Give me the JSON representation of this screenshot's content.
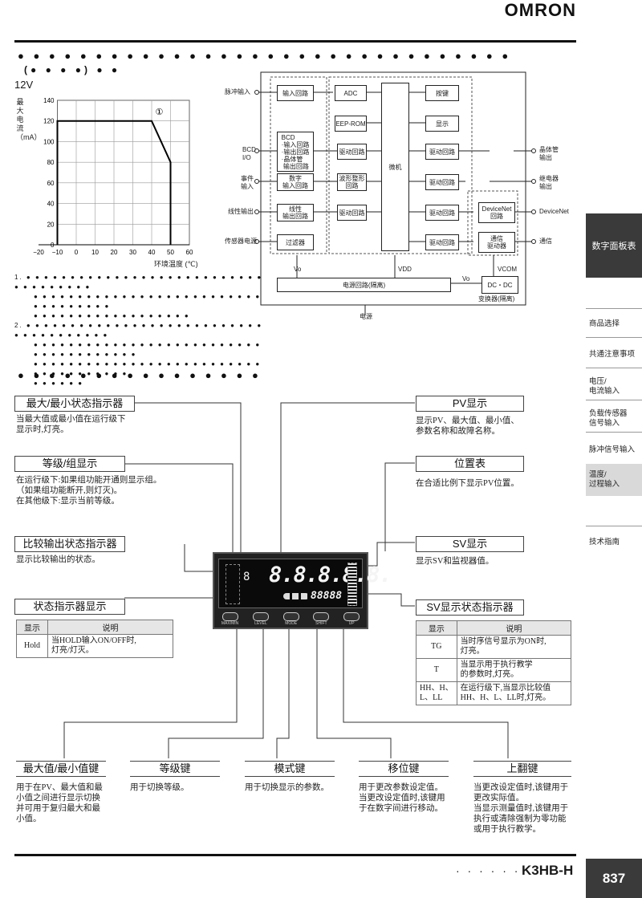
{
  "header": {
    "brand": "OMRON",
    "footer_dots": "· · · · · ·",
    "footer_model": "K3HB-H",
    "page_number": "837"
  },
  "section1": {
    "dots": "● ● ● ● ● ● ● ● ● ● ● ● ● ● ● ● ● ● ● ● ● ● ● ● ● ● ● ● ● ● ● ●",
    "sub": "(● ● ● ●) ● ●",
    "voltage": "12V"
  },
  "derating": {
    "ylabel": "最大电流（mA）",
    "xlabel": "环境温度 (℃)",
    "marker": "①",
    "yticks": [
      "140",
      "120",
      "100",
      "80",
      "60",
      "40",
      "20",
      "0"
    ],
    "xticks": [
      "−20",
      "−10",
      "0",
      "10",
      "20",
      "30",
      "40",
      "50",
      "60"
    ]
  },
  "chart_data": {
    "type": "line",
    "x": [
      -10,
      -10,
      40,
      50,
      50
    ],
    "y": [
      0,
      120,
      120,
      80,
      0
    ],
    "xlabel": "环境温度 (℃)",
    "ylabel": "最大电流（mA）",
    "xlim": [
      -20,
      60
    ],
    "ylim": [
      0,
      140
    ],
    "grid": true,
    "annotation": "①"
  },
  "notes": {
    "n1_num": "1.",
    "n1_line1": "● ● ● ● ● ● ● ● ● ● ● ● ● ● ● ● ● ● ● ● ● ● ● ● ● ● ● ● ● ● ● ● ● ● ● ●",
    "n1_line2": "● ● ● ● ● ● ● ● ● ● ● ● ● ● ● ● ● ● ● ● ● ● ● ● ● ● ● ● ● ● ● ● ● ● ●",
    "n1_line3": "● ● ● ● ● ● ● ● ● ● ● ● ● ● ● ● ● ●",
    "n2_num": "2.",
    "n2_line1": "● ● ● ● ● ● ● ● ● ● ● ● ● ● ● ● ● ● ● ● ● ● ● ● ● ● ● ● ● ● ● ● ● ● ● ● ● ●",
    "n2_line2": "● ● ● ● ● ● ● ● ● ● ● ● ● ● ● ● ● ● ● ● ● ● ● ● ● ● ● ● ● ● ● ● ● ● ● ● ● ●",
    "n2_line3": "● ● ● ● ● ● ● ● ● ● ● ● ● ● ● ● ● ● ● ● ● ● ● ● ● ● ● ● ● ● ● ● ● ● ● ● ●",
    "n2_line4": "● ● ● ● ● ●"
  },
  "block": {
    "in_pulse": "脉冲输入",
    "in_bcd": "BCD\nI/O",
    "in_event": "事件\n输入",
    "in_linear": "线性输出",
    "in_sensor": "传感器电源",
    "b_input": "输入回路",
    "b_adc": "ADC",
    "b_key": "按键",
    "b_eep": "EEP-ROM",
    "b_disp": "显示",
    "b_bcd": "BCD\n·输入回路\n·输出回路\n·晶体管\n 输出回路",
    "b_digital": "数字\n输入回路",
    "b_linear": "线性\n输出回路",
    "b_filter": "过滤器",
    "b_drv1": "驱动回路",
    "b_wave": "波形整形\n回路",
    "b_drv3": "驱动回路",
    "b_cpu": "微机",
    "b_rdrv1": "驱动回路",
    "b_rdrv2": "驱动回路",
    "b_rdrv3": "驱动回路",
    "b_rdrv4": "驱动回路",
    "b_devnet": "DeviceNet\n回路",
    "b_comm": "通信\n驱动器",
    "b_power": "电源回路(隔离)",
    "b_dcdc": "DC・DC",
    "b_conv": "变换器(隔离)",
    "out_tr": "晶体管\n输出",
    "out_relay": "继电器\n输出",
    "out_devnet": "DeviceNet",
    "out_comm": "通信",
    "v_o": "Vo",
    "v_dd": "VDD",
    "v_com": "VCOM",
    "v_o2": "Vo",
    "power": "电源"
  },
  "section2": {
    "dots": "● ● ● ● ● ● ● ● ● ● ● ● ● ● ● ●"
  },
  "panel": {
    "maxmin_title": "最大/最小状态指示器",
    "maxmin_desc": "当最大值或最小值在运行级下\n显示时,灯亮。",
    "level_title": "等级/组显示",
    "level_desc": "在运行级下:如果组功能开通则显示组。\n（如果组功能断开,则灯灭)。\n在其他级下:显示当前等级。",
    "cmp_title": "比较输出状态指示器",
    "cmp_desc": "显示比较输出的状态。",
    "status_title": "状态指示器显示",
    "status_table": {
      "h1": "显示",
      "h2": "说明",
      "r1c1": "Hold",
      "r1c2": "当HOLD输入ON/OFF时,\n灯亮/灯灭。"
    },
    "pv_title": "PV显示",
    "pv_desc": "显示PV、最大值、最小值、\n参数名称和故障名称。",
    "pos_title": "位置表",
    "pos_desc": "在合适比例下显示PV位置。",
    "sv_title": "SV显示",
    "sv_desc": "显示SV和监视器值。",
    "svst_title": "SV显示状态指示器",
    "svst_table": {
      "h1": "显示",
      "h2": "说明",
      "r1c1": "TG",
      "r1c2": "当时序信号显示为ON时,\n灯亮。",
      "r2c1": "T",
      "r2c2": "当显示用于执行教学\n的参数时,灯亮。",
      "r3c1": "HH、H、\nL、LL",
      "r3c2": "在运行级下,当显示比较值\nHH、H、L、LL时,灯亮。"
    },
    "pv_digits": "8.8.8.8.8.",
    "sv_digits": "88888",
    "keys": [
      "MAX/MIN",
      "LEVEL",
      "MODE",
      "SHIFT",
      "UP"
    ]
  },
  "keys_desc": {
    "k1_title": "最大值/最小值键",
    "k1_desc": "用于在PV、最大值和最\n小值之间进行显示切换\n并可用于复归最大和最\n小值。",
    "k2_title": "等级键",
    "k2_desc": "用于切换等级。",
    "k3_title": "模式键",
    "k3_desc": "用于切换显示的参数。",
    "k4_title": "移位键",
    "k4_desc": "用于更改参数设定值。\n当更改设定值时,该键用\n于在数字间进行移动。",
    "k5_title": "上翻键",
    "k5_desc": "当更改设定值时,该键用于\n更改实际值。\n当显示测量值时,该键用于\n执行或清除强制为零功能\n或用于执行教学。"
  },
  "sidebar": {
    "tab": "数字面板表",
    "items": [
      "商品选择",
      "共通注意事项",
      "电压/\n电流输入",
      "负载传感器\n信号输入",
      "脉冲信号输入",
      "温度/\n过程输入",
      "技术指南"
    ]
  },
  "colors": {
    "tab_bg": "#3a3a3a",
    "highlight": "#d9d9d9",
    "panel_bg": "#111111",
    "page_bg": "#222222"
  }
}
